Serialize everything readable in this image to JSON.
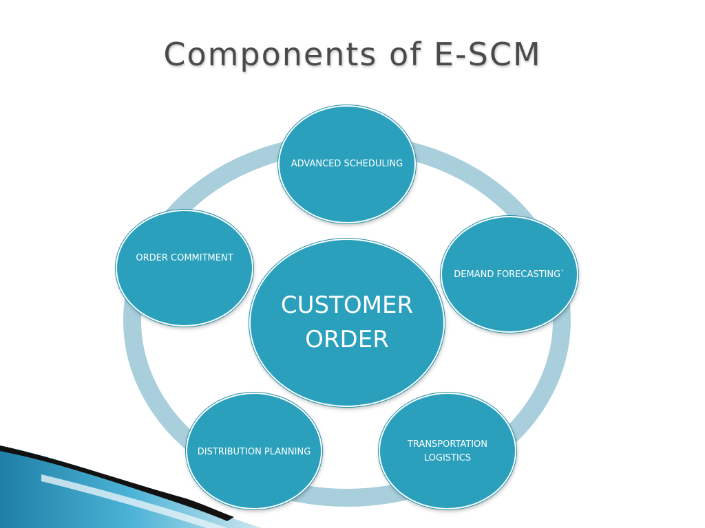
{
  "title": "Components of E-SCM",
  "center": {
    "label": "CUSTOMER ORDER"
  },
  "components": {
    "advanced_scheduling": "ADVANCED SCHEDULING",
    "demand_forecasting": "DEMAND FORECASTING`",
    "order_commitment": "ORDER COMMITMENT",
    "distribution_planning": "DISTRIBUTION PLANNING",
    "transportation_logistics": "TRANSPORTATION LOGISTICS"
  },
  "colors": {
    "node_fill": "#2aa0bd",
    "ring": "#a9cfdc",
    "title": "#4a4a4a",
    "corner_accent": "#2b8fb3"
  }
}
